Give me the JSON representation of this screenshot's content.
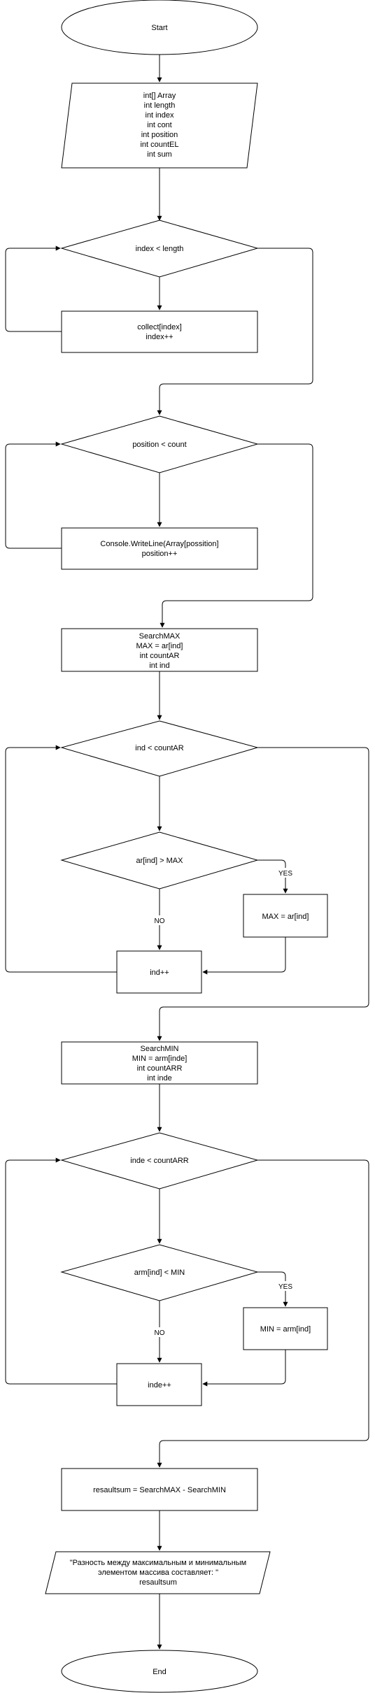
{
  "flowchart": {
    "start": "Start",
    "decl_lines": [
      "int[] Array",
      "int length",
      "int index",
      "int cont",
      "int position",
      "int countEL",
      "int sum"
    ],
    "loop1_cond": "index < length",
    "loop1_body": [
      "collect[index]",
      "index++"
    ],
    "loop2_cond": "position < count",
    "loop2_body": [
      "Console.WriteLine(Array[possition]",
      "position++"
    ],
    "max_init": [
      "SearchMAX",
      "MAX = ar[ind]",
      "int countAR",
      "int ind"
    ],
    "loop3_cond": "ind < countAR",
    "max_check": "ar[ind] > MAX",
    "max_yes": "YES",
    "max_no": "NO",
    "max_assign": "MAX = ar[ind]",
    "max_inc": "ind++",
    "min_init": [
      "SearchMIN",
      "MIN = arm[inde]",
      "int countARR",
      "int inde"
    ],
    "loop4_cond": "inde < countARR",
    "min_check": "arm[ind] < MIN",
    "min_yes": "YES",
    "min_no": "NO",
    "min_assign": "MIN = arm[ind]",
    "min_inc": "inde++",
    "result_calc": "resaultsum = SearchMAX - SearchMIN",
    "output_lines": [
      "\"Разность между максимальным и минимальным",
      "элементом массива составляет: \"",
      "resaultsum"
    ],
    "end": "End"
  }
}
